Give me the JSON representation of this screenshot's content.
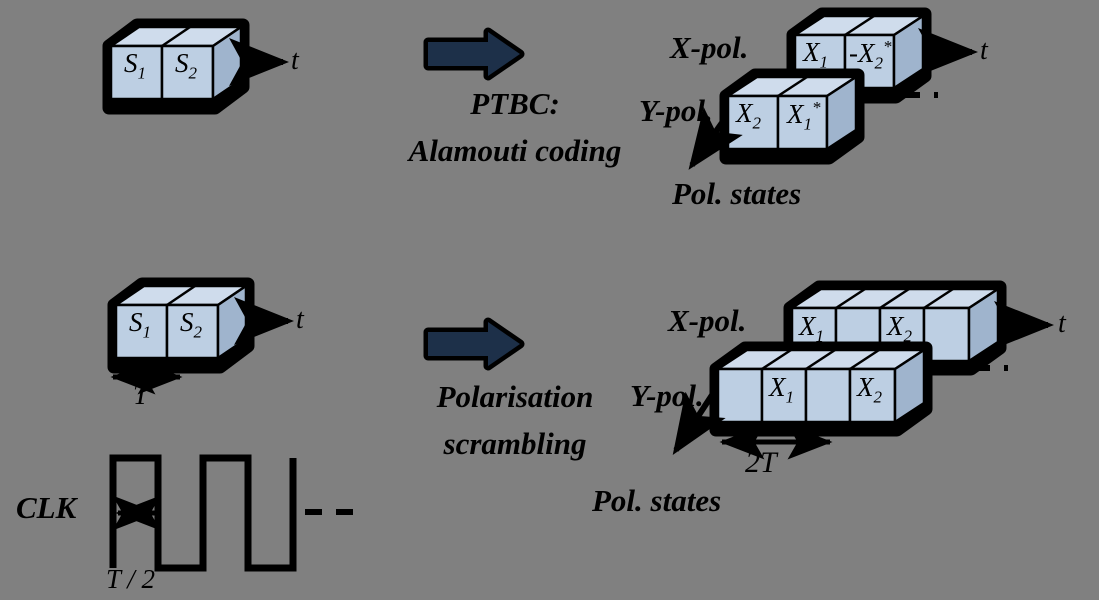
{
  "meta": {
    "background_color": "#808080",
    "cube_face_color": "#bdcfe3",
    "cube_top_color": "#cfdcec",
    "cube_side_color": "#9fb4cd",
    "outline_color": "#000000",
    "arrow_fill_color": "#1d3049"
  },
  "top_row": {
    "input_block": {
      "cells": [
        "S",
        "S"
      ],
      "cell_labels": [
        {
          "base": "S",
          "sub": "1"
        },
        {
          "base": "S",
          "sub": "2"
        }
      ],
      "axis_label": "t"
    },
    "transform": {
      "arrow_name": "block-arrow-right",
      "caption_line1": "PTBC:",
      "caption_line2": "Alamouti coding"
    },
    "output": {
      "x_pol_label": "X-pol.",
      "y_pol_label": "Y-pol.",
      "x_pol_cells": [
        {
          "prefix": "",
          "base": "X",
          "sub": "1",
          "star": ""
        },
        {
          "prefix": "-",
          "base": "X",
          "sub": "2",
          "star": "*"
        }
      ],
      "y_pol_cells": [
        {
          "prefix": "",
          "base": "X",
          "sub": "2",
          "star": ""
        },
        {
          "prefix": "",
          "base": "X",
          "sub": "1",
          "star": "*"
        }
      ],
      "axis_label": "t",
      "pol_states_label": "Pol. states"
    }
  },
  "bottom_row": {
    "input_block": {
      "cell_labels": [
        {
          "base": "S",
          "sub": "1"
        },
        {
          "base": "S",
          "sub": "2"
        }
      ],
      "axis_label": "t",
      "dimension_label": "T"
    },
    "clock": {
      "label": "CLK",
      "period_label": "T / 2",
      "waveform_name": "square-wave",
      "trailing_dashes": true
    },
    "transform": {
      "arrow_name": "block-arrow-right",
      "caption_line1": "Polarisation",
      "caption_line2": "scrambling"
    },
    "output": {
      "x_pol_label": "X-pol.",
      "y_pol_label": "Y-pol.",
      "x_pol_cells": [
        {
          "base": "X",
          "sub": "1"
        },
        {
          "base": "",
          "sub": ""
        },
        {
          "base": "X",
          "sub": "2"
        },
        {
          "base": "",
          "sub": ""
        }
      ],
      "y_pol_cells": [
        {
          "base": "",
          "sub": ""
        },
        {
          "base": "X",
          "sub": "1"
        },
        {
          "base": "",
          "sub": ""
        },
        {
          "base": "X",
          "sub": "2"
        }
      ],
      "axis_label": "t",
      "dimension_label": "2T",
      "pol_states_label": "Pol. states"
    }
  }
}
